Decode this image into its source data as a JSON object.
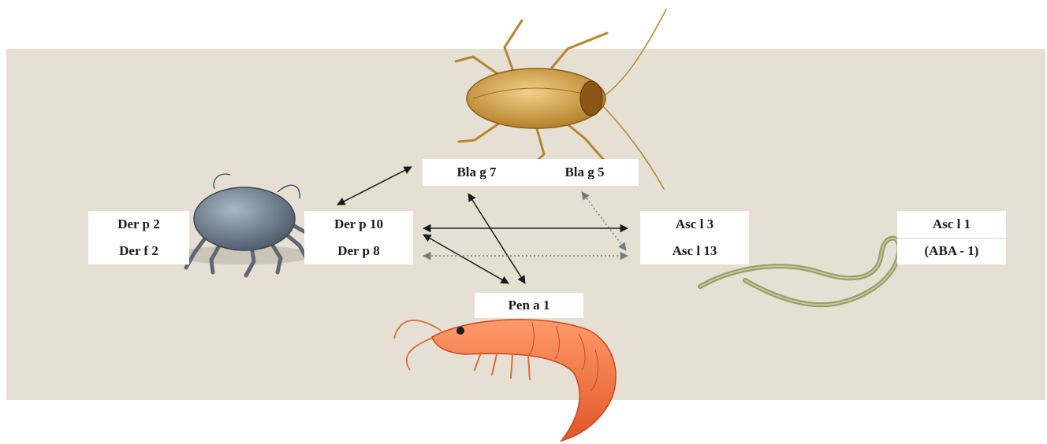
{
  "colors": {
    "band": "#e6e0d4",
    "arrow_solid": "#1a1a1a",
    "arrow_dotted": "#7a7a7a",
    "mite": "#6f7f8f",
    "cockroach": "#c9922f",
    "shrimp": "#f0703c",
    "worm": "#9a9a68"
  },
  "icons": {
    "mite": "dust-mite-illustration",
    "cockroach": "cockroach-illustration",
    "shrimp": "shrimp-illustration",
    "worm": "roundworm-illustration"
  },
  "allergens": {
    "mite_left": {
      "top": "Der p 2",
      "bottom": "Der f 2"
    },
    "mite_right": {
      "top": "Der p 10",
      "bottom": "Der p 8"
    },
    "cockroach": {
      "left": "Bla g 7",
      "right": "Bla g 5"
    },
    "shrimp": {
      "label": "Pen a 1"
    },
    "ascaris_mid": {
      "top": "Asc l 3",
      "bottom": "Asc l 13"
    },
    "ascaris_right": {
      "top": "Asc l 1",
      "bottom": "(ABA - 1)"
    }
  },
  "relations": [
    {
      "from": "Der p 10",
      "to": "Bla g 7",
      "style": "solid",
      "bidirectional": true
    },
    {
      "from": "Der p 10",
      "to": "Asc l 3",
      "style": "solid",
      "bidirectional": true
    },
    {
      "from": "Der p 10",
      "to": "Pen a 1",
      "style": "solid",
      "bidirectional": true
    },
    {
      "from": "Bla g 7",
      "to": "Pen a 1",
      "style": "solid",
      "bidirectional": true
    },
    {
      "from": "Der p 8",
      "to": "Asc l 13",
      "style": "dotted",
      "bidirectional": true
    },
    {
      "from": "Bla g 5",
      "to": "Asc l 13",
      "style": "dotted",
      "bidirectional": true
    }
  ]
}
